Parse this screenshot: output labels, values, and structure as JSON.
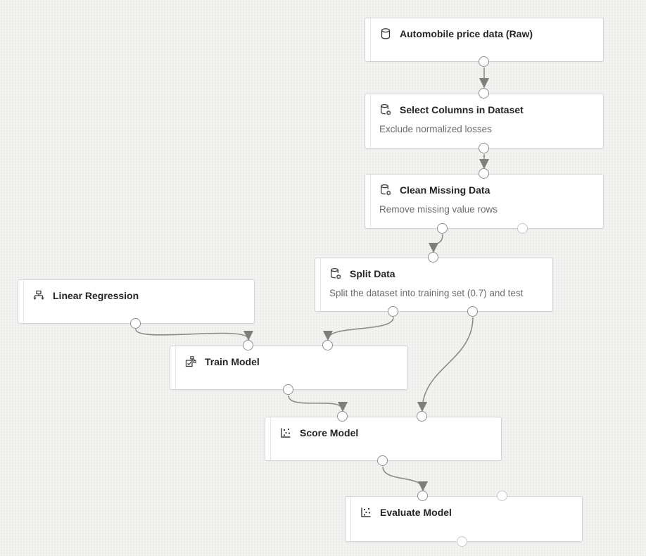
{
  "canvas": {
    "background_color": "#f2f2f1",
    "node_color": "#ffffff",
    "edge_color": "#8c8b89"
  },
  "nodes": [
    {
      "id": "automobile-price-data",
      "title": "Automobile price data (Raw)",
      "subtitle": "",
      "icon": "database-icon"
    },
    {
      "id": "select-columns",
      "title": "Select Columns in Dataset",
      "subtitle": "Exclude normalized losses",
      "icon": "database-gear-icon"
    },
    {
      "id": "clean-missing-data",
      "title": "Clean Missing Data",
      "subtitle": "Remove missing value rows",
      "icon": "database-gear-icon"
    },
    {
      "id": "split-data",
      "title": "Split Data",
      "subtitle": "Split the dataset into training set (0.7) and test",
      "icon": "database-gear-icon"
    },
    {
      "id": "linear-regression",
      "title": "Linear Regression",
      "subtitle": "",
      "icon": "algorithm-icon"
    },
    {
      "id": "train-model",
      "title": "Train Model",
      "subtitle": "",
      "icon": "train-model-icon"
    },
    {
      "id": "score-model",
      "title": "Score Model",
      "subtitle": "",
      "icon": "scatter-plot-icon"
    },
    {
      "id": "evaluate-model",
      "title": "Evaluate Model",
      "subtitle": "",
      "icon": "scatter-plot-icon"
    }
  ],
  "connections": [
    {
      "from": "Automobile price data (Raw)",
      "to": "Select Columns in Dataset"
    },
    {
      "from": "Select Columns in Dataset",
      "to": "Clean Missing Data"
    },
    {
      "from": "Clean Missing Data (left output)",
      "to": "Split Data"
    },
    {
      "from": "Split Data (left output)",
      "to": "Train Model (right input)"
    },
    {
      "from": "Split Data (right output)",
      "to": "Score Model (right input)"
    },
    {
      "from": "Linear Regression",
      "to": "Train Model (left input)"
    },
    {
      "from": "Train Model",
      "to": "Score Model (left input)"
    },
    {
      "from": "Score Model",
      "to": "Evaluate Model (left input)"
    }
  ]
}
